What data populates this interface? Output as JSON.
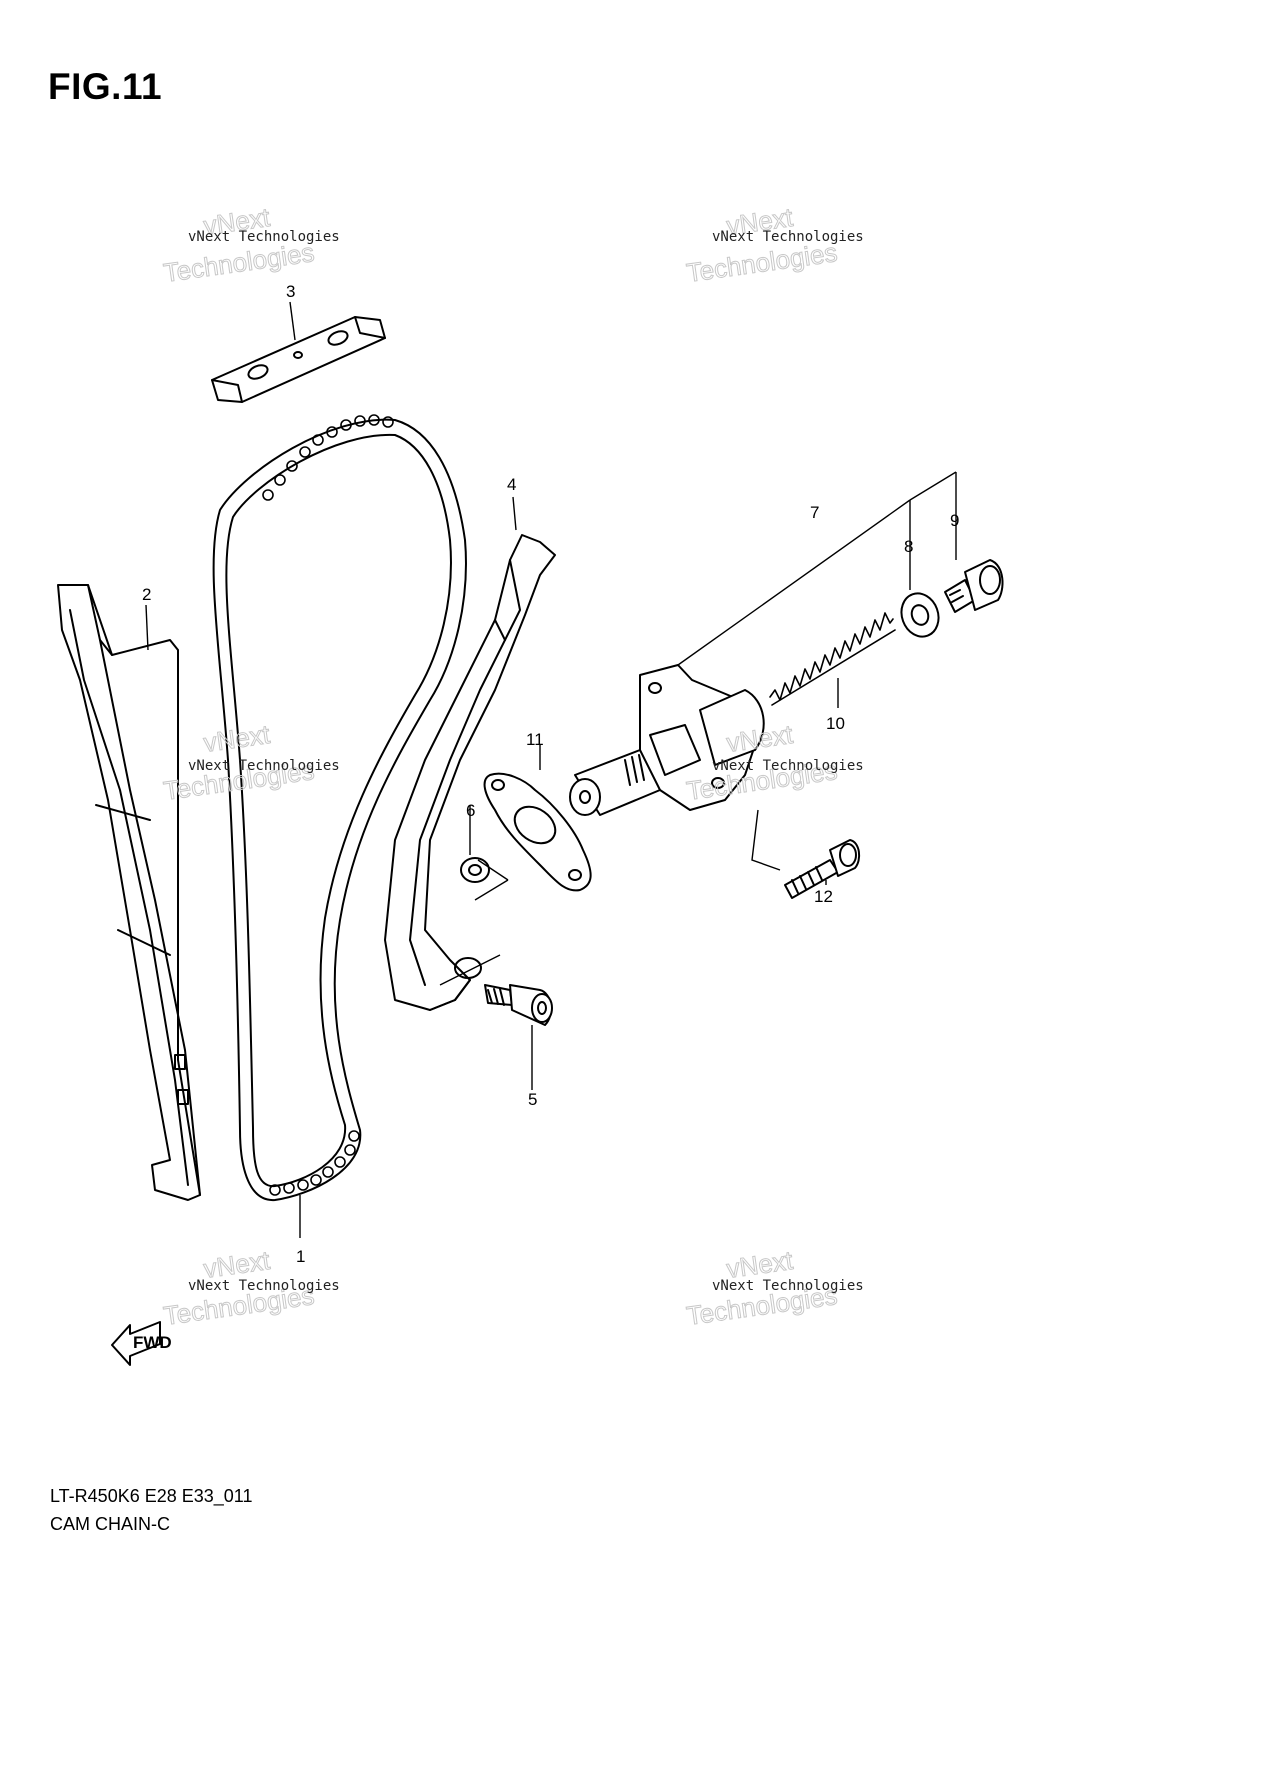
{
  "figure": {
    "title": "FIG.11",
    "model_code": "LT-R450K6 E28 E33_011",
    "caption": "CAM CHAIN-C"
  },
  "watermark": {
    "line_small": "vNext Technologies",
    "line_big_top": "vNext",
    "line_big_bottom": "Technologies"
  },
  "fwd_label": "FWD",
  "callouts": {
    "c1": "1",
    "c2": "2",
    "c3": "3",
    "c4": "4",
    "c5": "5",
    "c6": "6",
    "c7": "7",
    "c8": "8",
    "c9": "9",
    "c10": "10",
    "c11": "11",
    "c12": "12"
  },
  "parts": [
    {
      "no": "1",
      "name": "cam-chain"
    },
    {
      "no": "2",
      "name": "chain-guide"
    },
    {
      "no": "3",
      "name": "chain-guide-plate"
    },
    {
      "no": "4",
      "name": "tensioner-guide"
    },
    {
      "no": "5",
      "name": "guide-bolt"
    },
    {
      "no": "6",
      "name": "washer"
    },
    {
      "no": "7",
      "name": "tensioner-assembly"
    },
    {
      "no": "8",
      "name": "gasket-washer"
    },
    {
      "no": "9",
      "name": "cap-bolt"
    },
    {
      "no": "10",
      "name": "spring"
    },
    {
      "no": "11",
      "name": "tensioner-gasket"
    },
    {
      "no": "12",
      "name": "tensioner-bolt"
    }
  ]
}
